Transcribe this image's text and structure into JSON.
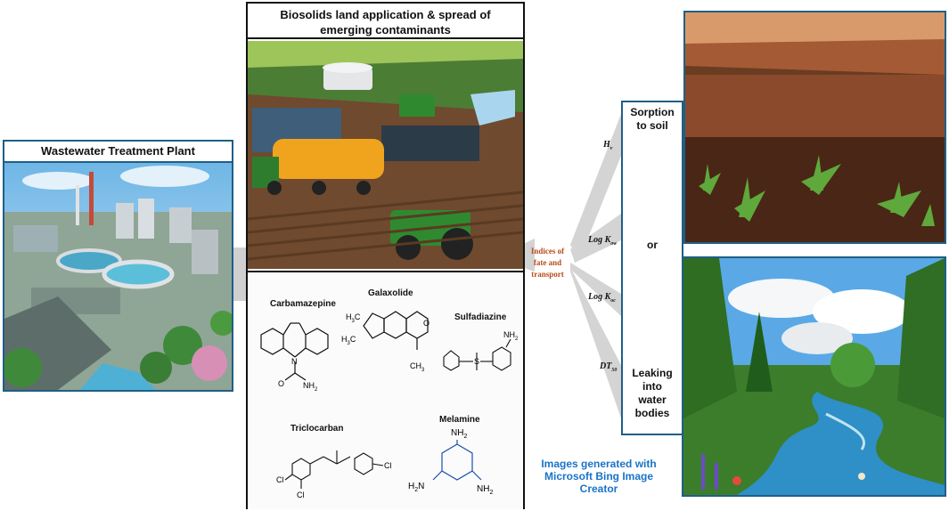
{
  "wwtp": {
    "title": "Wastewater Treatment Plant"
  },
  "biosolids": {
    "title_line1": "Biosolids land application & spread of",
    "title_line2": "emerging contaminants"
  },
  "chemicals": {
    "carbamazepine": "Carbamazepine",
    "galaxolide": "Galaxolide",
    "sulfadiazine": "Sulfadiazine",
    "triclocarban": "Triclocarban",
    "melamine": "Melamine",
    "atoms": {
      "nh2": "NH",
      "sub2": "2",
      "h3c": "H",
      "ch3": "CH",
      "o": "O",
      "n": "N",
      "s": "S",
      "cl": "Cl",
      "h2n": "H",
      "hn": "H"
    }
  },
  "indices": {
    "title_line1": "Indices of",
    "title_line2": "fate and",
    "title_line3": "transport",
    "h": "H",
    "h_sub": "v",
    "logkow": "Log K",
    "logkow_sub": "ow",
    "logkoc": "Log K",
    "logkoc_sub": "oc",
    "dt": "DT",
    "dt_sub": "50"
  },
  "outcomes": {
    "sorption_line1": "Sorption",
    "sorption_line2": "to soil",
    "or": "or",
    "leaking_line1": "Leaking",
    "leaking_line2": "into",
    "leaking_line3": "water",
    "leaking_line4": "bodies"
  },
  "credit": {
    "line1": "Images generated with",
    "line2": "Microsoft Bing Image",
    "line3": "Creator"
  },
  "colors": {
    "box_border": "#1f5f86",
    "credit": "#1a73c8",
    "indices_text": "#b84a1a",
    "connector": "#cfcfcf"
  }
}
